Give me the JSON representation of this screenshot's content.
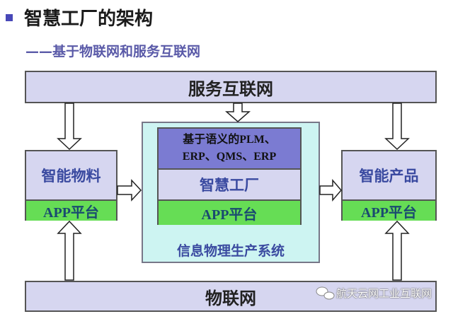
{
  "title": "智慧工厂的架构",
  "subtitle": "——基于物联网和服务互联网",
  "top_bar": "服务互联网",
  "bottom_bar": "物联网",
  "left_box": {
    "label": "智能物料",
    "platform": "APP平台"
  },
  "right_box": {
    "label": "智能产品",
    "platform": "APP平台"
  },
  "center": {
    "line1": "基于语义的PLM、",
    "line2": "ERP、QMS、ERP",
    "factory": "智慧工厂",
    "platform": "APP平台",
    "caption": "信息物理生产系统"
  },
  "watermark": "航天云网工业互联网",
  "colors": {
    "lavender": "#d6d6f0",
    "green": "#66dd55",
    "dark_blue": "#7b7bd2",
    "cyan": "#cdf4f2",
    "text_blue": "#3a4aa0"
  }
}
